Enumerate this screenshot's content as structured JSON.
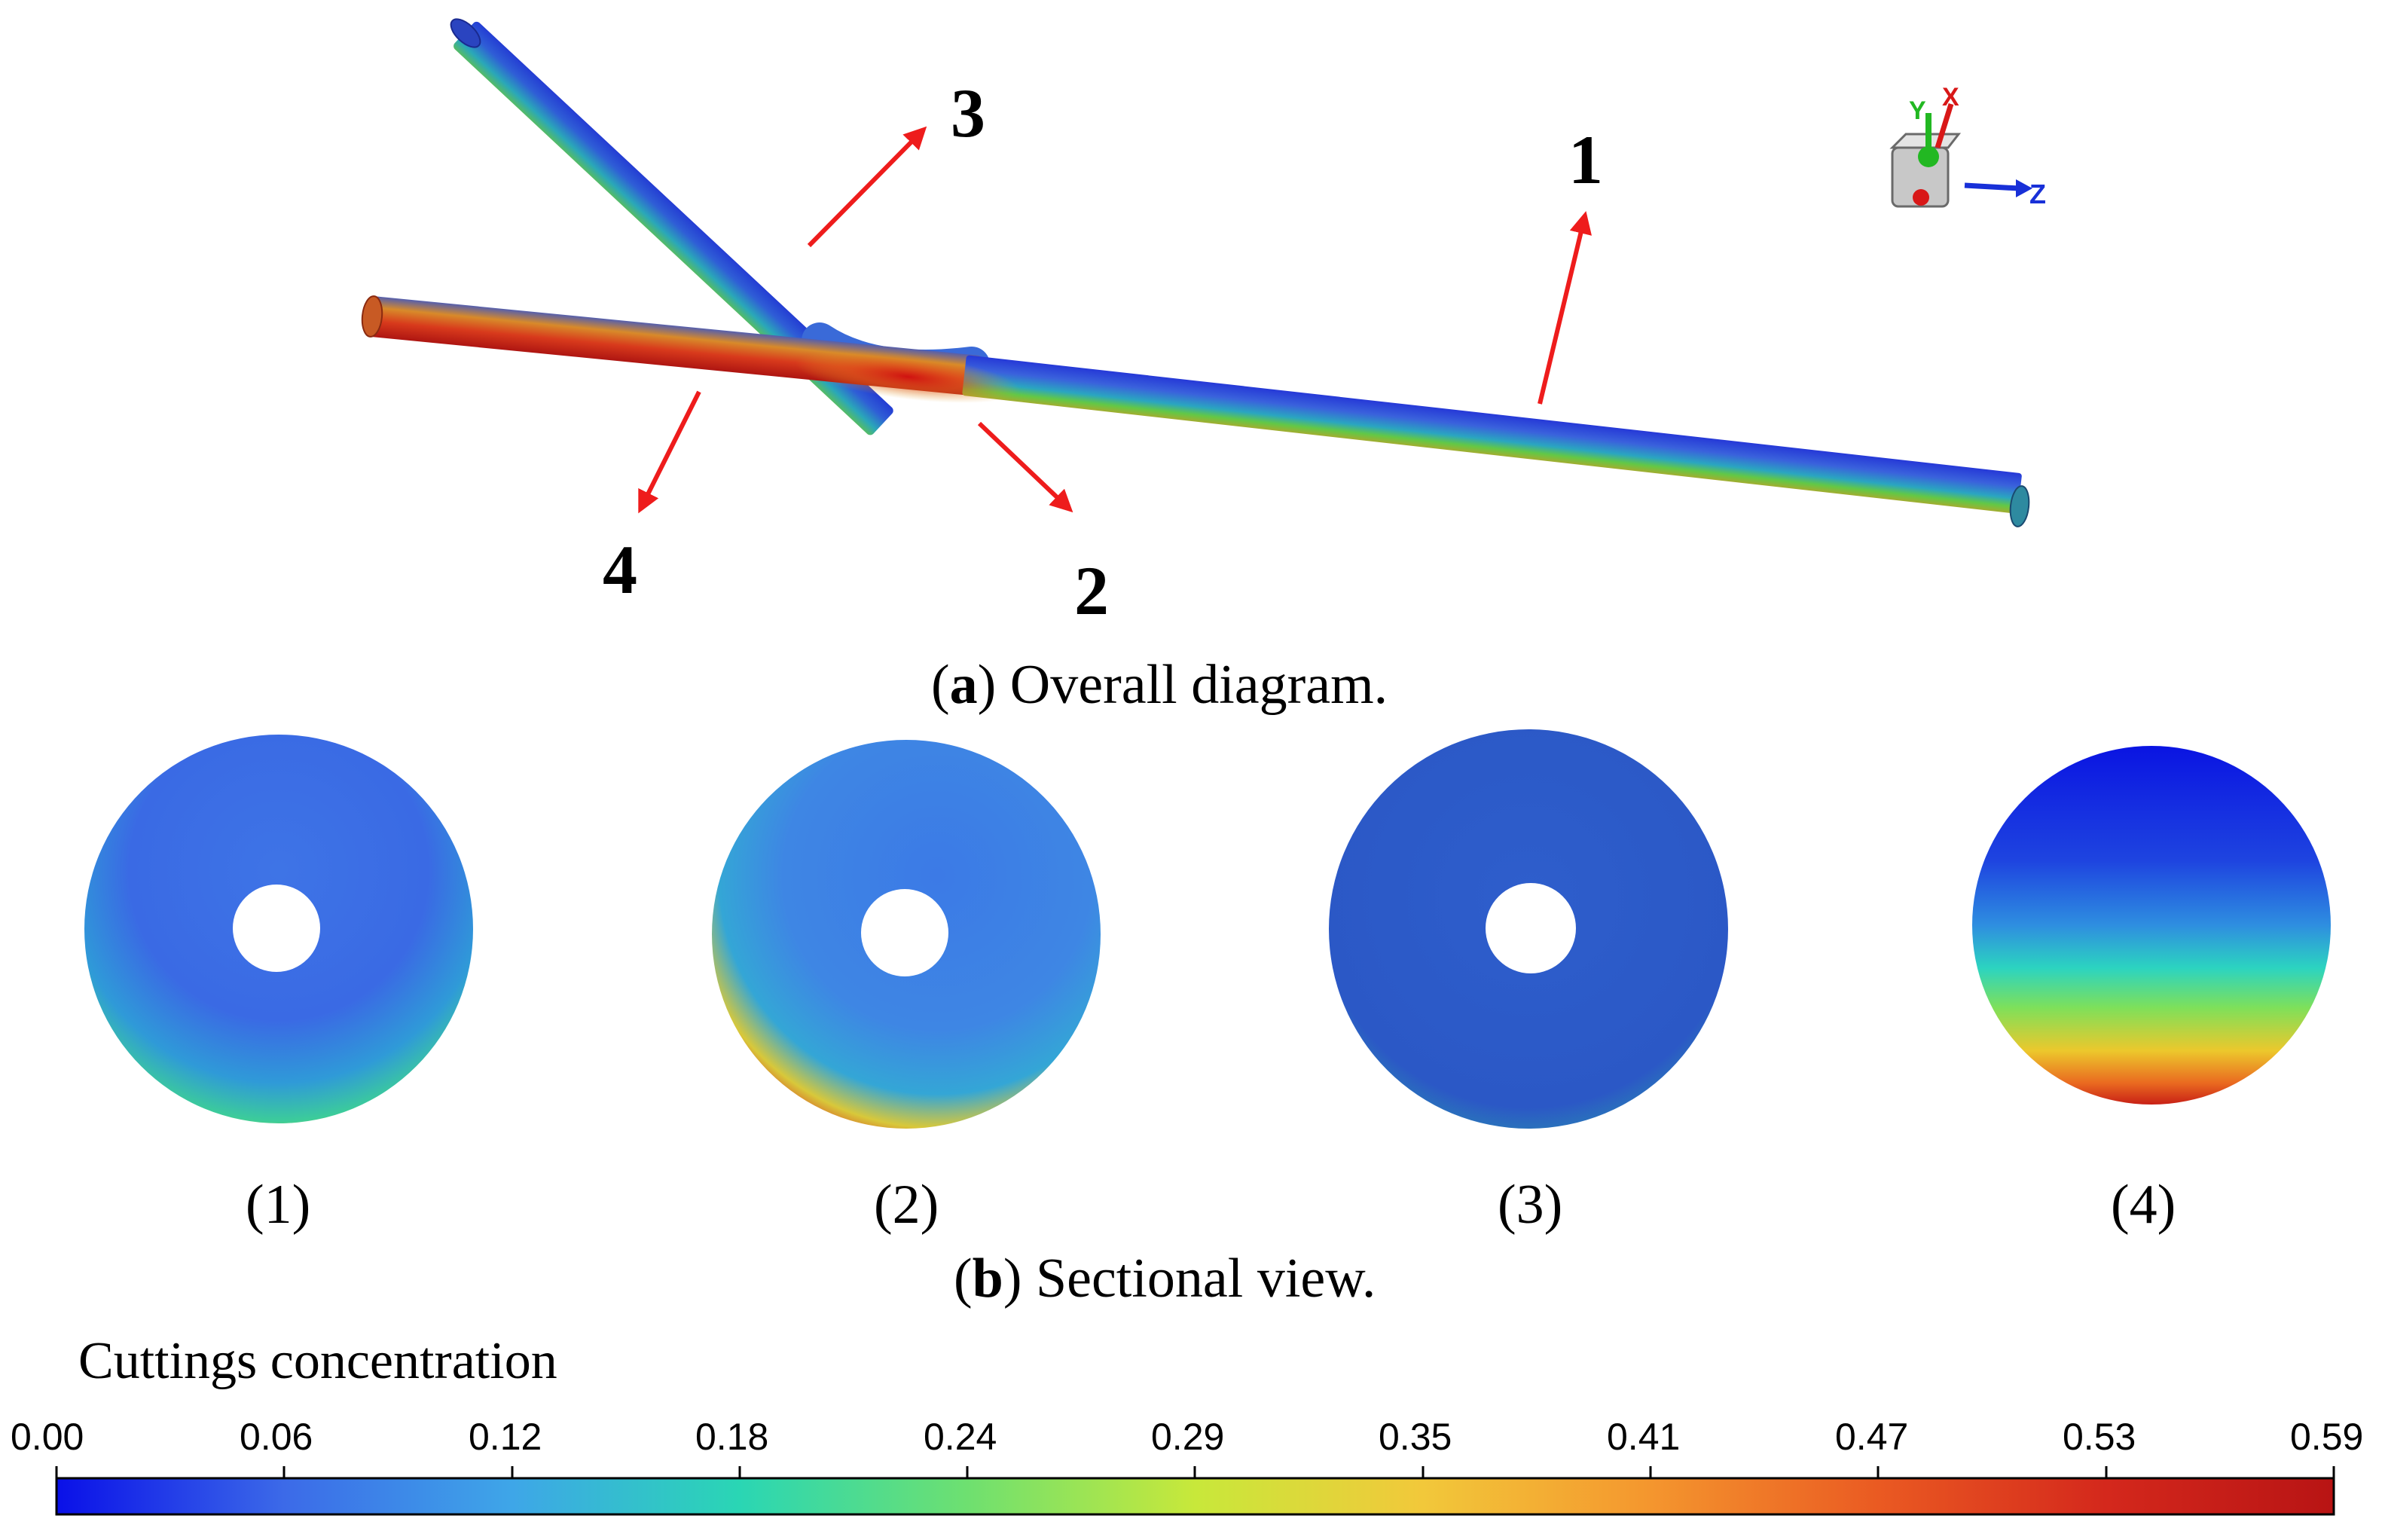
{
  "callouts": {
    "c1": "1",
    "c2": "2",
    "c3": "3",
    "c4": "4"
  },
  "caption_a": {
    "letter": "a",
    "text": ") Overall diagram."
  },
  "section_labels": [
    "(1)",
    "(2)",
    "(3)",
    "(4)"
  ],
  "caption_b": {
    "letter": "b",
    "text": ") Sectional view."
  },
  "axis_triad": {
    "x": "X",
    "y": "Y",
    "z": "Z"
  },
  "colorbar": {
    "title": "Cuttings concentration",
    "ticks": [
      "0.00",
      "0.06",
      "0.12",
      "0.18",
      "0.24",
      "0.29",
      "0.35",
      "0.41",
      "0.47",
      "0.53",
      "0.59"
    ],
    "colors": [
      "#0a10e8",
      "#3c6ae8",
      "#3ea6e8",
      "#2ad6b4",
      "#6ee070",
      "#c8e83a",
      "#f2c83a",
      "#f4962e",
      "#ea5a22",
      "#d4281c",
      "#b81414"
    ]
  },
  "colors": {
    "arrow": "#ee1c1c",
    "pipe_low": "#1c3cd8",
    "pipe_high": "#c81818"
  }
}
